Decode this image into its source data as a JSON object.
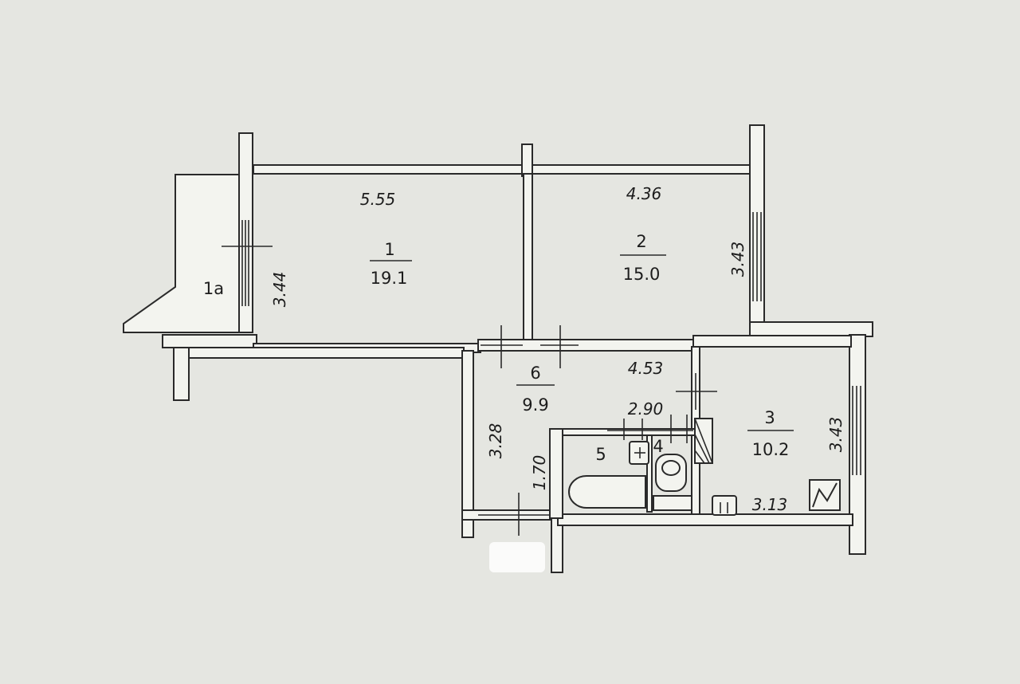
{
  "rooms": [
    {
      "id": "1",
      "area": "19.1"
    },
    {
      "id": "2",
      "area": "15.0"
    },
    {
      "id": "3",
      "area": "10.2"
    },
    {
      "id": "4",
      "area": ""
    },
    {
      "id": "5",
      "area": ""
    },
    {
      "id": "6",
      "area": "9.9"
    },
    {
      "id": "1a",
      "area": ""
    }
  ],
  "dimensions": {
    "room1_width": "5.55",
    "room1_height": "3.44",
    "room2_width": "4.36",
    "room2_height": "3.43",
    "hall_width": "4.53",
    "hall_height": "3.28",
    "bath_width": "2.90",
    "bath_height": "1.70",
    "kitchen_width": "3.13",
    "kitchen_height": "3.43"
  }
}
